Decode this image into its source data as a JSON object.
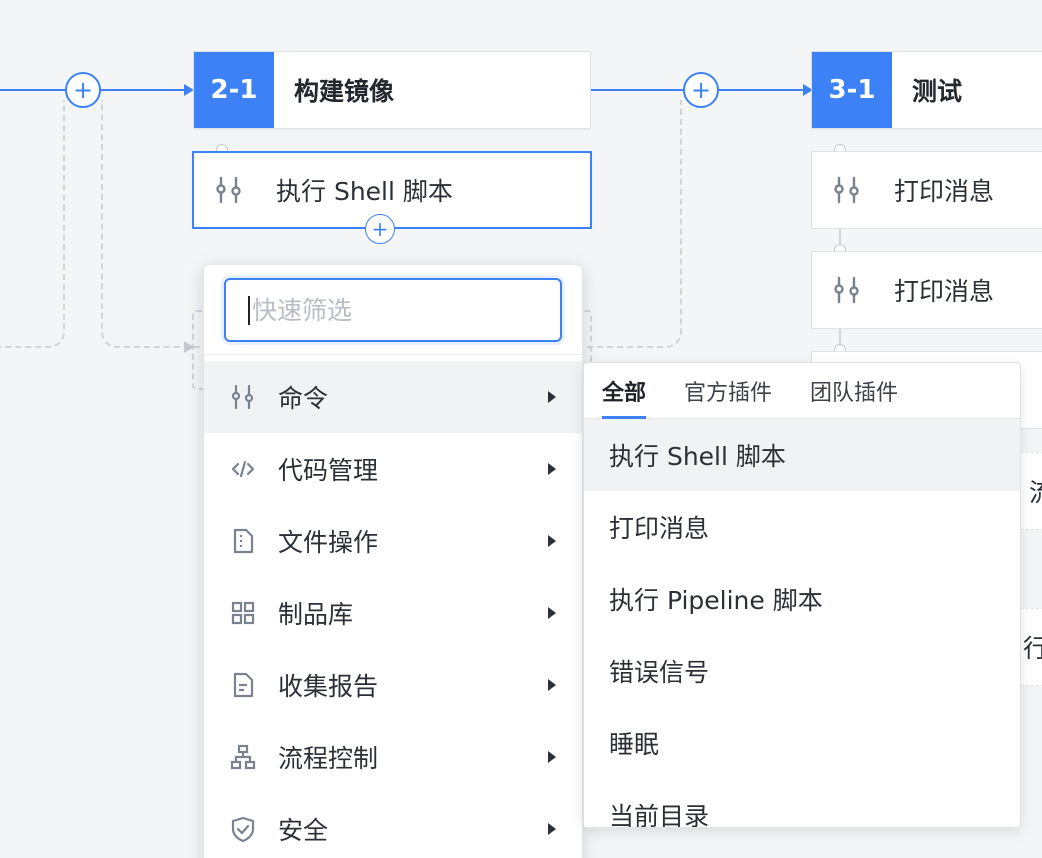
{
  "stages": [
    {
      "number": "2-1",
      "title": "构建镜像"
    },
    {
      "number": "3-1",
      "title": "测试"
    }
  ],
  "stage2_steps": [
    {
      "label": "执行 Shell 脚本",
      "icon": "sliders-icon"
    }
  ],
  "stage3_steps": [
    {
      "label": "打印消息",
      "icon": "sliders-icon"
    },
    {
      "label": "打印消息",
      "icon": "sliders-icon"
    }
  ],
  "partial_steps": [
    "流",
    "行"
  ],
  "search": {
    "placeholder": "快速筛选",
    "icon": "search-icon"
  },
  "categories": [
    {
      "label": "命令",
      "icon": "sliders-icon"
    },
    {
      "label": "代码管理",
      "icon": "code-icon"
    },
    {
      "label": "文件操作",
      "icon": "file-zip-icon"
    },
    {
      "label": "制品库",
      "icon": "grid-icon"
    },
    {
      "label": "收集报告",
      "icon": "report-icon"
    },
    {
      "label": "流程控制",
      "icon": "flow-icon"
    },
    {
      "label": "安全",
      "icon": "shield-icon"
    }
  ],
  "submenu": {
    "tabs": [
      "全部",
      "官方插件",
      "团队插件"
    ],
    "active_tab": "全部",
    "items": [
      "执行 Shell 脚本",
      "打印消息",
      "执行 Pipeline 脚本",
      "错误信号",
      "睡眠",
      "当前目录"
    ]
  },
  "colors": {
    "accent": "#3c82f6",
    "background": "#f4f5f7"
  }
}
